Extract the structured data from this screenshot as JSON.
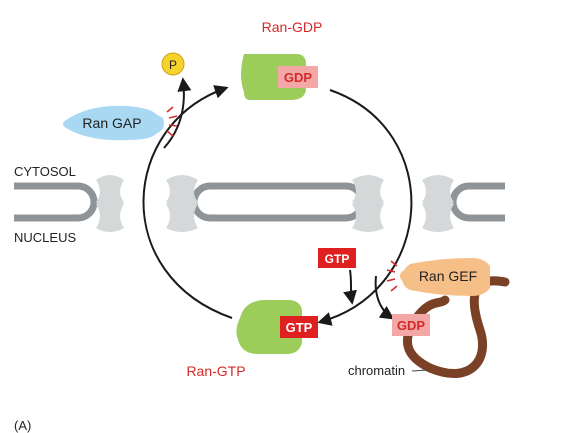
{
  "labels": {
    "ran_gdp_top": "Ran-GDP",
    "gdp_box_top": "GDP",
    "phosphate": "P",
    "ran_gap": "Ran GAP",
    "cytosol": "CYTOSOL",
    "nucleus": "NUCLEUS",
    "gtp_incoming": "GTP",
    "ran_gef": "Ran GEF",
    "gdp_released": "GDP",
    "gtp_box_bottom": "GTP",
    "ran_gtp": "Ran-GTP",
    "chromatin": "chromatin",
    "panel": "(A)"
  },
  "colors": {
    "ran_protein": "#9ccc5a",
    "gdp_box": "#f4a7a7",
    "gtp_box": "#e02020",
    "ran_gap": "#a9d8f2",
    "ran_gef": "#f7bf88",
    "phosphate": "#f7d22a",
    "chromatin": "#7a4126",
    "membrane": "#8e9497",
    "pore": "#d4d8d9",
    "label_red": "#d42a2a"
  }
}
